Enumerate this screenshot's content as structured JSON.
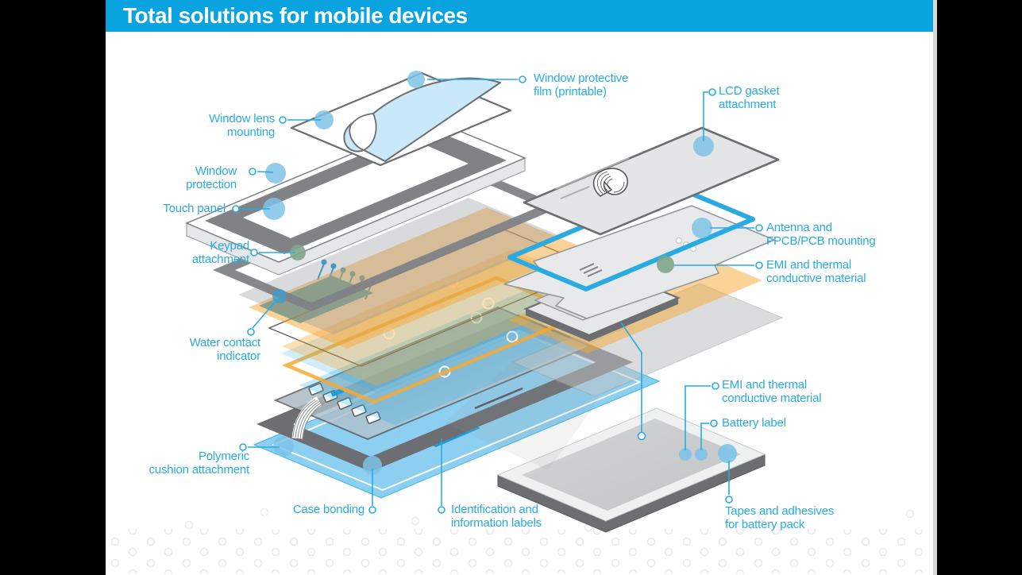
{
  "header": {
    "title": "Total solutions for mobile devices"
  },
  "diagram": {
    "labels": {
      "film": [
        "Window protective",
        "film (printable)"
      ],
      "lens": [
        "Window lens",
        "mounting"
      ],
      "protection": [
        "Window",
        "protection"
      ],
      "touch": [
        "Touch panel"
      ],
      "keypad": [
        "Keypad",
        "attachment"
      ],
      "water": [
        "Water contact",
        "indicator"
      ],
      "cushion": [
        "Polymeric",
        "cushion attachment"
      ],
      "case": [
        "Case bonding"
      ],
      "id_labels": [
        "Identification and",
        "information labels"
      ],
      "gasket": [
        "LCD gasket",
        "attachment"
      ],
      "antenna": [
        "Antenna and",
        "FPCB/PCB mounting"
      ],
      "emi_top": [
        "EMI and thermal",
        "conductive material"
      ],
      "emi_bottom": [
        "EMI and thermal",
        "conductive material"
      ],
      "battery_label": [
        "Battery label"
      ],
      "tapes": [
        "Tapes and adhesives",
        "for battery pack"
      ]
    },
    "colors": {
      "accent": "#29abe2",
      "header_bg": "#09a3e0",
      "orange_layer": "#f7a833",
      "case_blue": "#8ccff0",
      "keypad_blue": "#1b9ad7",
      "marker_blue": "#7ec3e8",
      "marker_green": "#7fa58c",
      "dark_gray": "#6d6e71",
      "light_gray": "#e6e7e8"
    }
  }
}
